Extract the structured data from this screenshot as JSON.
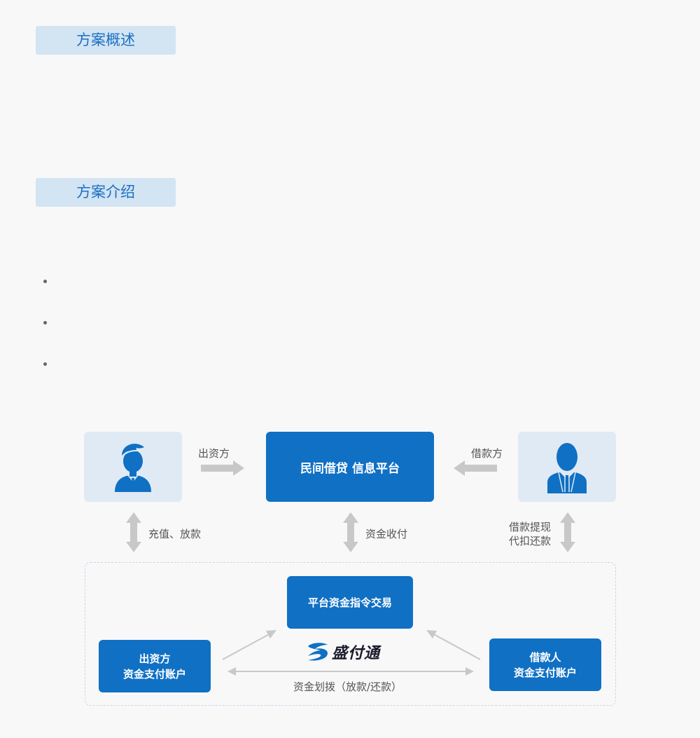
{
  "sections": {
    "overview_title": "方案概述",
    "intro_title": "方案介绍"
  },
  "diagram": {
    "platform": "民间借贷 信息平台",
    "investor_role": "出资方",
    "borrower_role": "借款方",
    "left_flow": "充值、放款",
    "center_flow": "资金收付",
    "right_flow_line1": "借款提现",
    "right_flow_line2": "代扣还款",
    "instruction": "平台资金指令交易",
    "investor_account_line1": "出资方",
    "investor_account_line2": "资金支付账户",
    "borrower_account_line1": "借款人",
    "borrower_account_line2": "资金支付账户",
    "brand": "盛付通",
    "transfer_label": "资金划拨（放款/还款）"
  },
  "colors": {
    "primary_blue": "#1070c4",
    "title_bg": "#d3e4f3",
    "title_text": "#1b6fc2",
    "person_card_bg": "#e0eaf5",
    "arrow_gray": "#c8c8c8"
  },
  "icons": {
    "investor": "man-icon",
    "borrower": "businessman-icon",
    "brand_logo": "shengpay-logo"
  }
}
